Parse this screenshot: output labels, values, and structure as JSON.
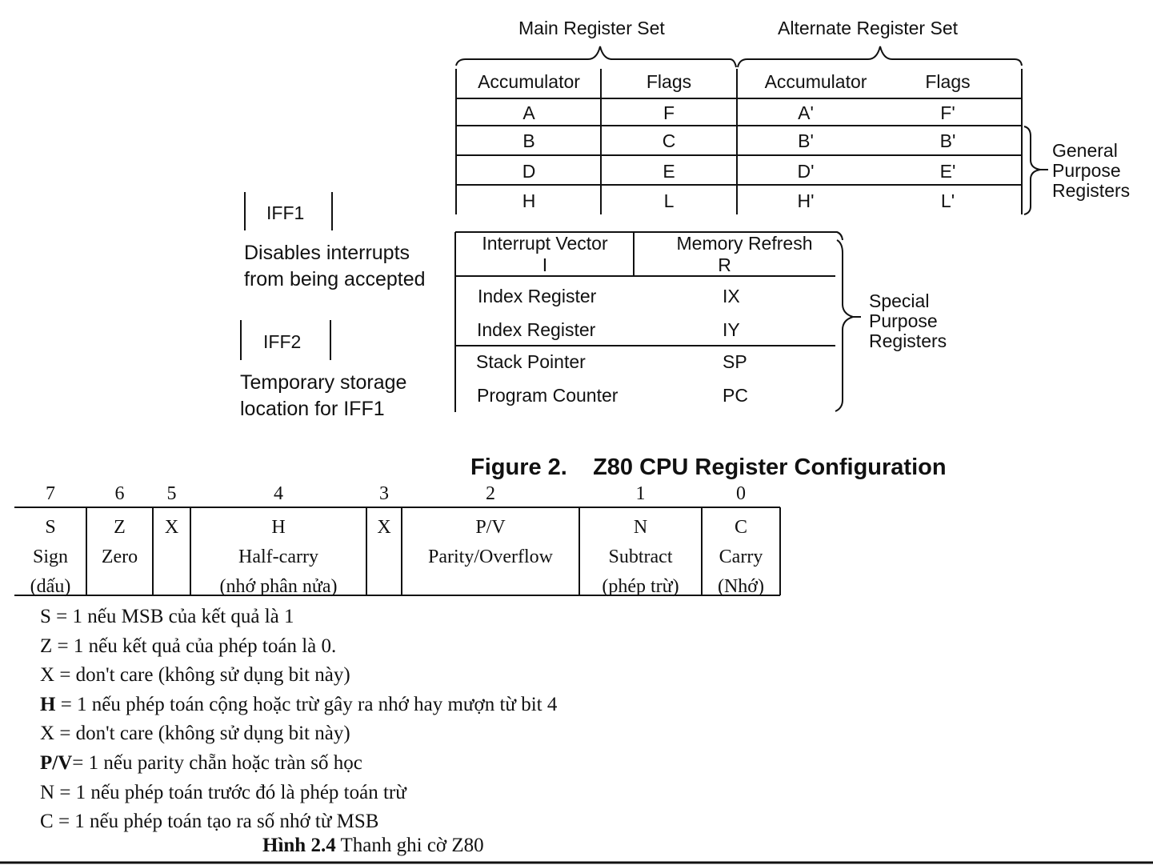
{
  "register_figure": {
    "main_set_label": "Main Register Set",
    "alternate_set_label": "Alternate Register Set",
    "headers": [
      "Accumulator",
      "Flags",
      "Accumulator",
      "Flags"
    ],
    "rows": [
      [
        "A",
        "F",
        "A'",
        "F'"
      ],
      [
        "B",
        "C",
        "B'",
        "B'"
      ],
      [
        "D",
        "E",
        "D'",
        "E'"
      ],
      [
        "H",
        "L",
        "H'",
        "L'"
      ]
    ],
    "general_purpose_label": [
      "General",
      "Purpose",
      "Registers"
    ],
    "iff1": {
      "label": "IFF1",
      "description": [
        "Disables interrupts",
        "from being accepted"
      ]
    },
    "iff2": {
      "label": "IFF2",
      "description": [
        "Temporary storage",
        "location for IFF1"
      ]
    },
    "special": {
      "interrupt_vector": {
        "name": "Interrupt Vector",
        "reg": "I"
      },
      "memory_refresh": {
        "name": "Memory Refresh",
        "reg": "R"
      },
      "rows": [
        {
          "name": "Index Register",
          "reg": "IX"
        },
        {
          "name": "Index Register",
          "reg": "IY"
        },
        {
          "name": "Stack Pointer",
          "reg": "SP"
        },
        {
          "name": "Program Counter",
          "reg": "PC"
        }
      ]
    },
    "special_purpose_label": [
      "Special",
      "Purpose",
      "Registers"
    ],
    "caption": "Figure 2.    Z80 CPU Register Configuration"
  },
  "flag_register": {
    "bits": [
      "7",
      "6",
      "5",
      "4",
      "3",
      "2",
      "1",
      "0"
    ],
    "cells": [
      [
        "S",
        "Sign",
        "(dấu)"
      ],
      [
        "Z",
        "Zero",
        ""
      ],
      [
        "X",
        "",
        ""
      ],
      [
        "H",
        "Half-carry",
        "(nhớ phân nửa)"
      ],
      [
        "X",
        "",
        ""
      ],
      [
        "P/V",
        "Parity/Overflow",
        ""
      ],
      [
        "N",
        "Subtract",
        "(phép trừ)"
      ],
      [
        "C",
        "Carry",
        "(Nhớ)"
      ]
    ],
    "notes": [
      {
        "key": "S",
        "text": " = 1 nếu MSB của kết quả là 1"
      },
      {
        "key": "Z",
        "text": " = 1 nếu kết quả của phép toán là 0."
      },
      {
        "key": "X",
        "text": " = don't care (không sử dụng bit này)"
      },
      {
        "key": "H",
        "text": " = 1 nếu phép toán cộng hoặc trừ gây ra nhớ hay mượn từ bit 4"
      },
      {
        "key": "X",
        "text": " = don't care (không sử dụng bit này)"
      },
      {
        "key": "P/V",
        "text": "= 1 nếu parity chẵn hoặc tràn số học"
      },
      {
        "key": "N",
        "text": " = 1 nếu phép toán trước đó là phép toán trừ"
      },
      {
        "key": "C",
        "text": " = 1 nếu phép toán tạo ra số nhớ từ MSB"
      }
    ],
    "caption_bold": "Hình 2.4",
    "caption_text": " Thanh ghi cờ Z80"
  }
}
